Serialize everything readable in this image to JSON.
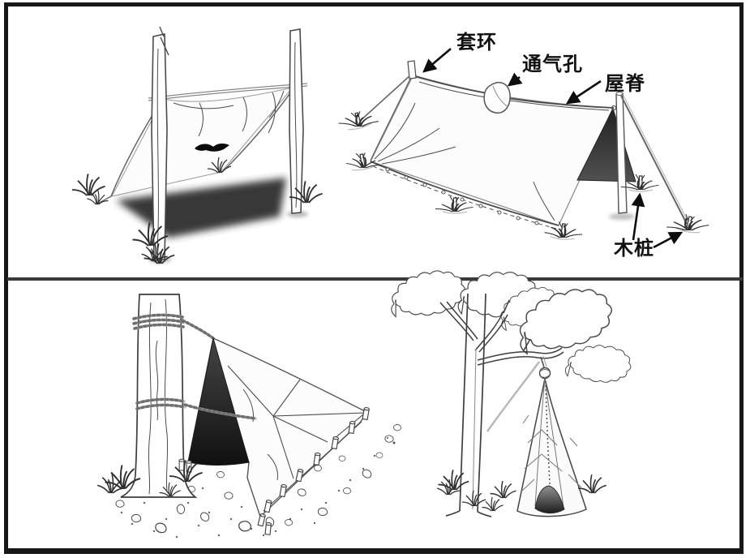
{
  "figure": {
    "labels": {
      "sleeve_loop": "套环",
      "vent_hole": "通气孔",
      "roof_ridge": "屋脊",
      "wooden_stake": "木桩"
    },
    "colors": {
      "ink": "#3f3f3f",
      "dark_panel": "#262626",
      "divider": "#3a3a3a",
      "frame": "#171717",
      "paper": "#ffffff"
    }
  }
}
